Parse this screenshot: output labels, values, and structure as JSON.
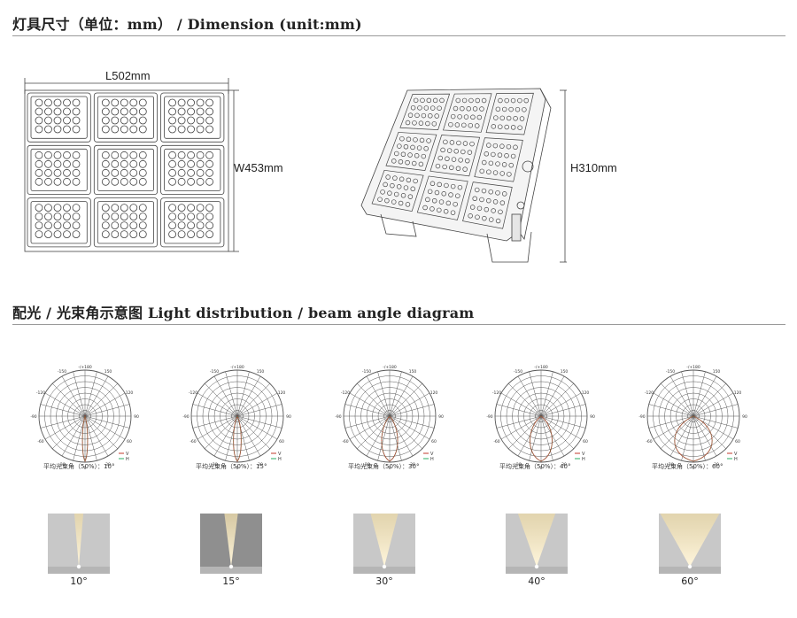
{
  "sections": {
    "dimension_title": "灯具尺寸（单位：mm） / Dimension (unit:mm)",
    "light_title": "配光 / 光束角示意图   Light distribution / beam angle diagram"
  },
  "dimensions": {
    "length": "L502mm",
    "width": "W453mm",
    "height": "H310mm"
  },
  "polar": {
    "tick_labels": [
      "-150",
      "-/+180",
      "150",
      "-120",
      "120",
      "-90",
      "90",
      "-60",
      "60",
      "-30",
      "0",
      "30"
    ],
    "legend": [
      "V",
      "H"
    ],
    "colors": {
      "v": "#c0392b",
      "h": "#27ae60"
    }
  },
  "diagrams": [
    {
      "caption": "平均光束角（50%）：10°",
      "beam_label": "10°",
      "beam_angle": 10
    },
    {
      "caption": "平均光束角（50%）：15°",
      "beam_label": "15°",
      "beam_angle": 15
    },
    {
      "caption": "平均光束角（50%）：30°",
      "beam_label": "30°",
      "beam_angle": 30
    },
    {
      "caption": "平均光束角（50%）：40°",
      "beam_label": "40°",
      "beam_angle": 40
    },
    {
      "caption": "平均光束角（50%）：60°",
      "beam_label": "60°",
      "beam_angle": 60
    }
  ]
}
